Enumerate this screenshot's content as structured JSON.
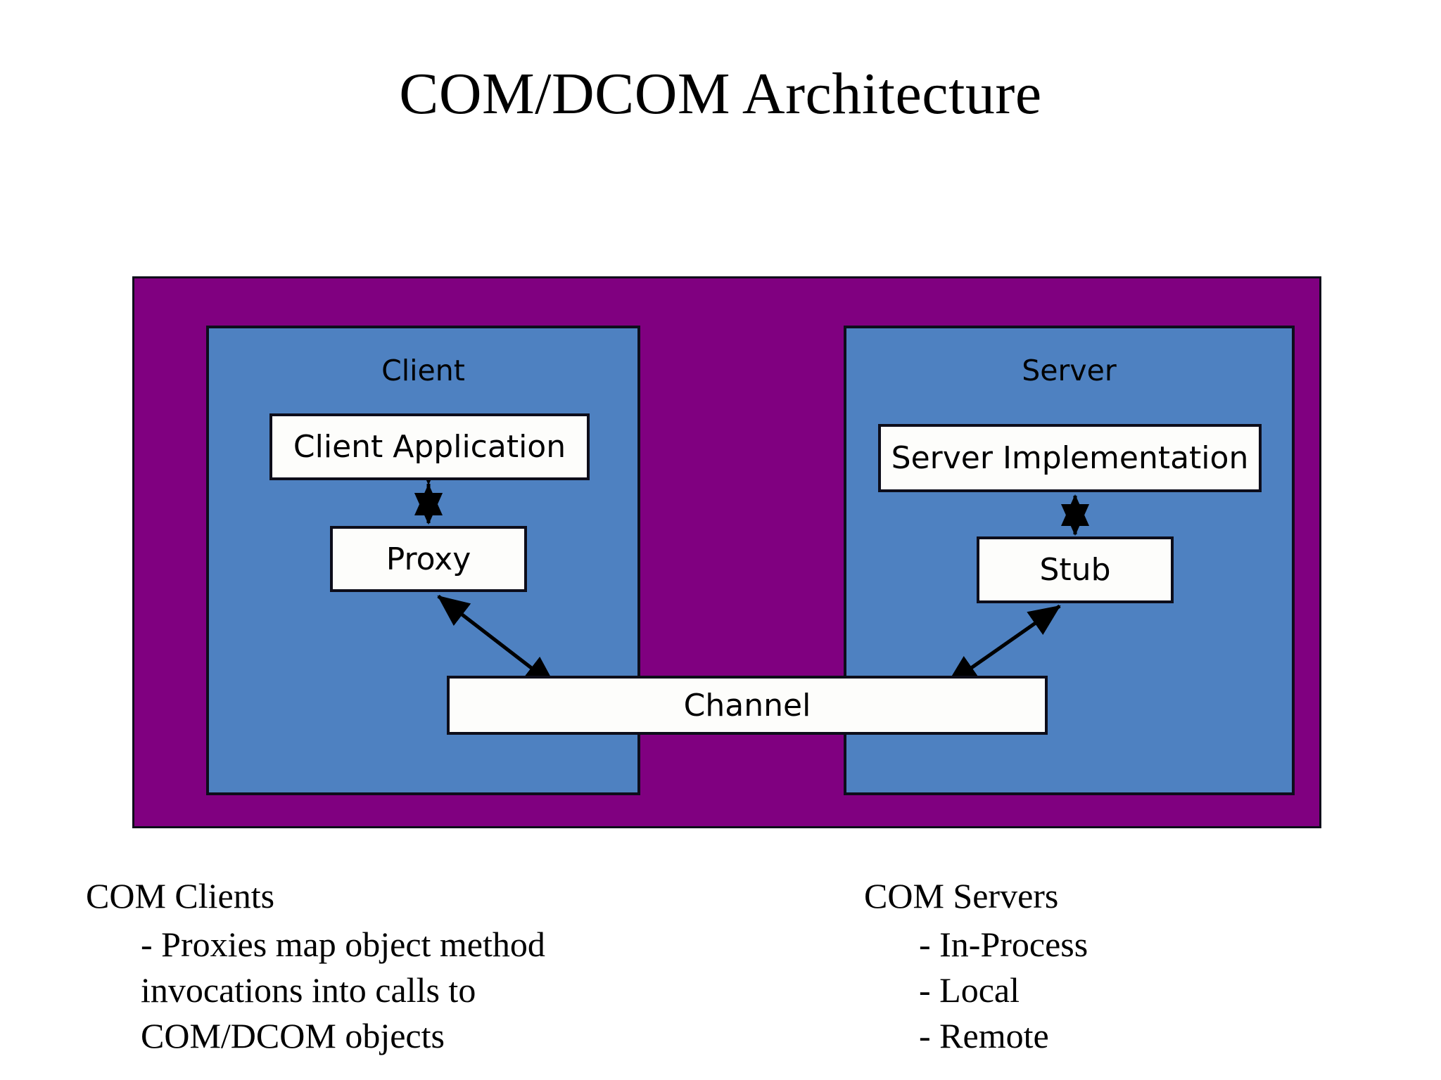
{
  "slide": {
    "title": "COM/DCOM Architecture",
    "background_color": "#ffffff"
  },
  "colors": {
    "outer_container": "#800080",
    "zone": "#4E81C1",
    "node_fill": "#fdfdfb",
    "stroke": "#0d0d1a",
    "text": "#000000"
  },
  "diagram": {
    "outer_label": "",
    "zones": [
      {
        "id": "client",
        "label": "Client"
      },
      {
        "id": "server",
        "label": "Server"
      }
    ],
    "nodes": [
      {
        "id": "client-application",
        "label": "Client Application"
      },
      {
        "id": "proxy",
        "label": "Proxy"
      },
      {
        "id": "server-implementation",
        "label": "Server Implementation"
      },
      {
        "id": "stub",
        "label": "Stub"
      },
      {
        "id": "channel",
        "label": "Channel"
      }
    ],
    "connections": [
      {
        "from": "client-application",
        "to": "proxy",
        "style": "double-headed-vertical"
      },
      {
        "from": "proxy",
        "to": "channel",
        "style": "double-headed-diagonal"
      },
      {
        "from": "server-implementation",
        "to": "stub",
        "style": "double-headed-vertical"
      },
      {
        "from": "stub",
        "to": "channel",
        "style": "double-headed-diagonal"
      }
    ]
  },
  "notes": {
    "left": {
      "heading": "COM Clients",
      "items": [
        "- Proxies map object method",
        "invocations into calls to",
        "COM/DCOM objects"
      ]
    },
    "right": {
      "heading": "COM Servers",
      "items": [
        "- In-Process",
        "- Local",
        "- Remote"
      ]
    }
  }
}
